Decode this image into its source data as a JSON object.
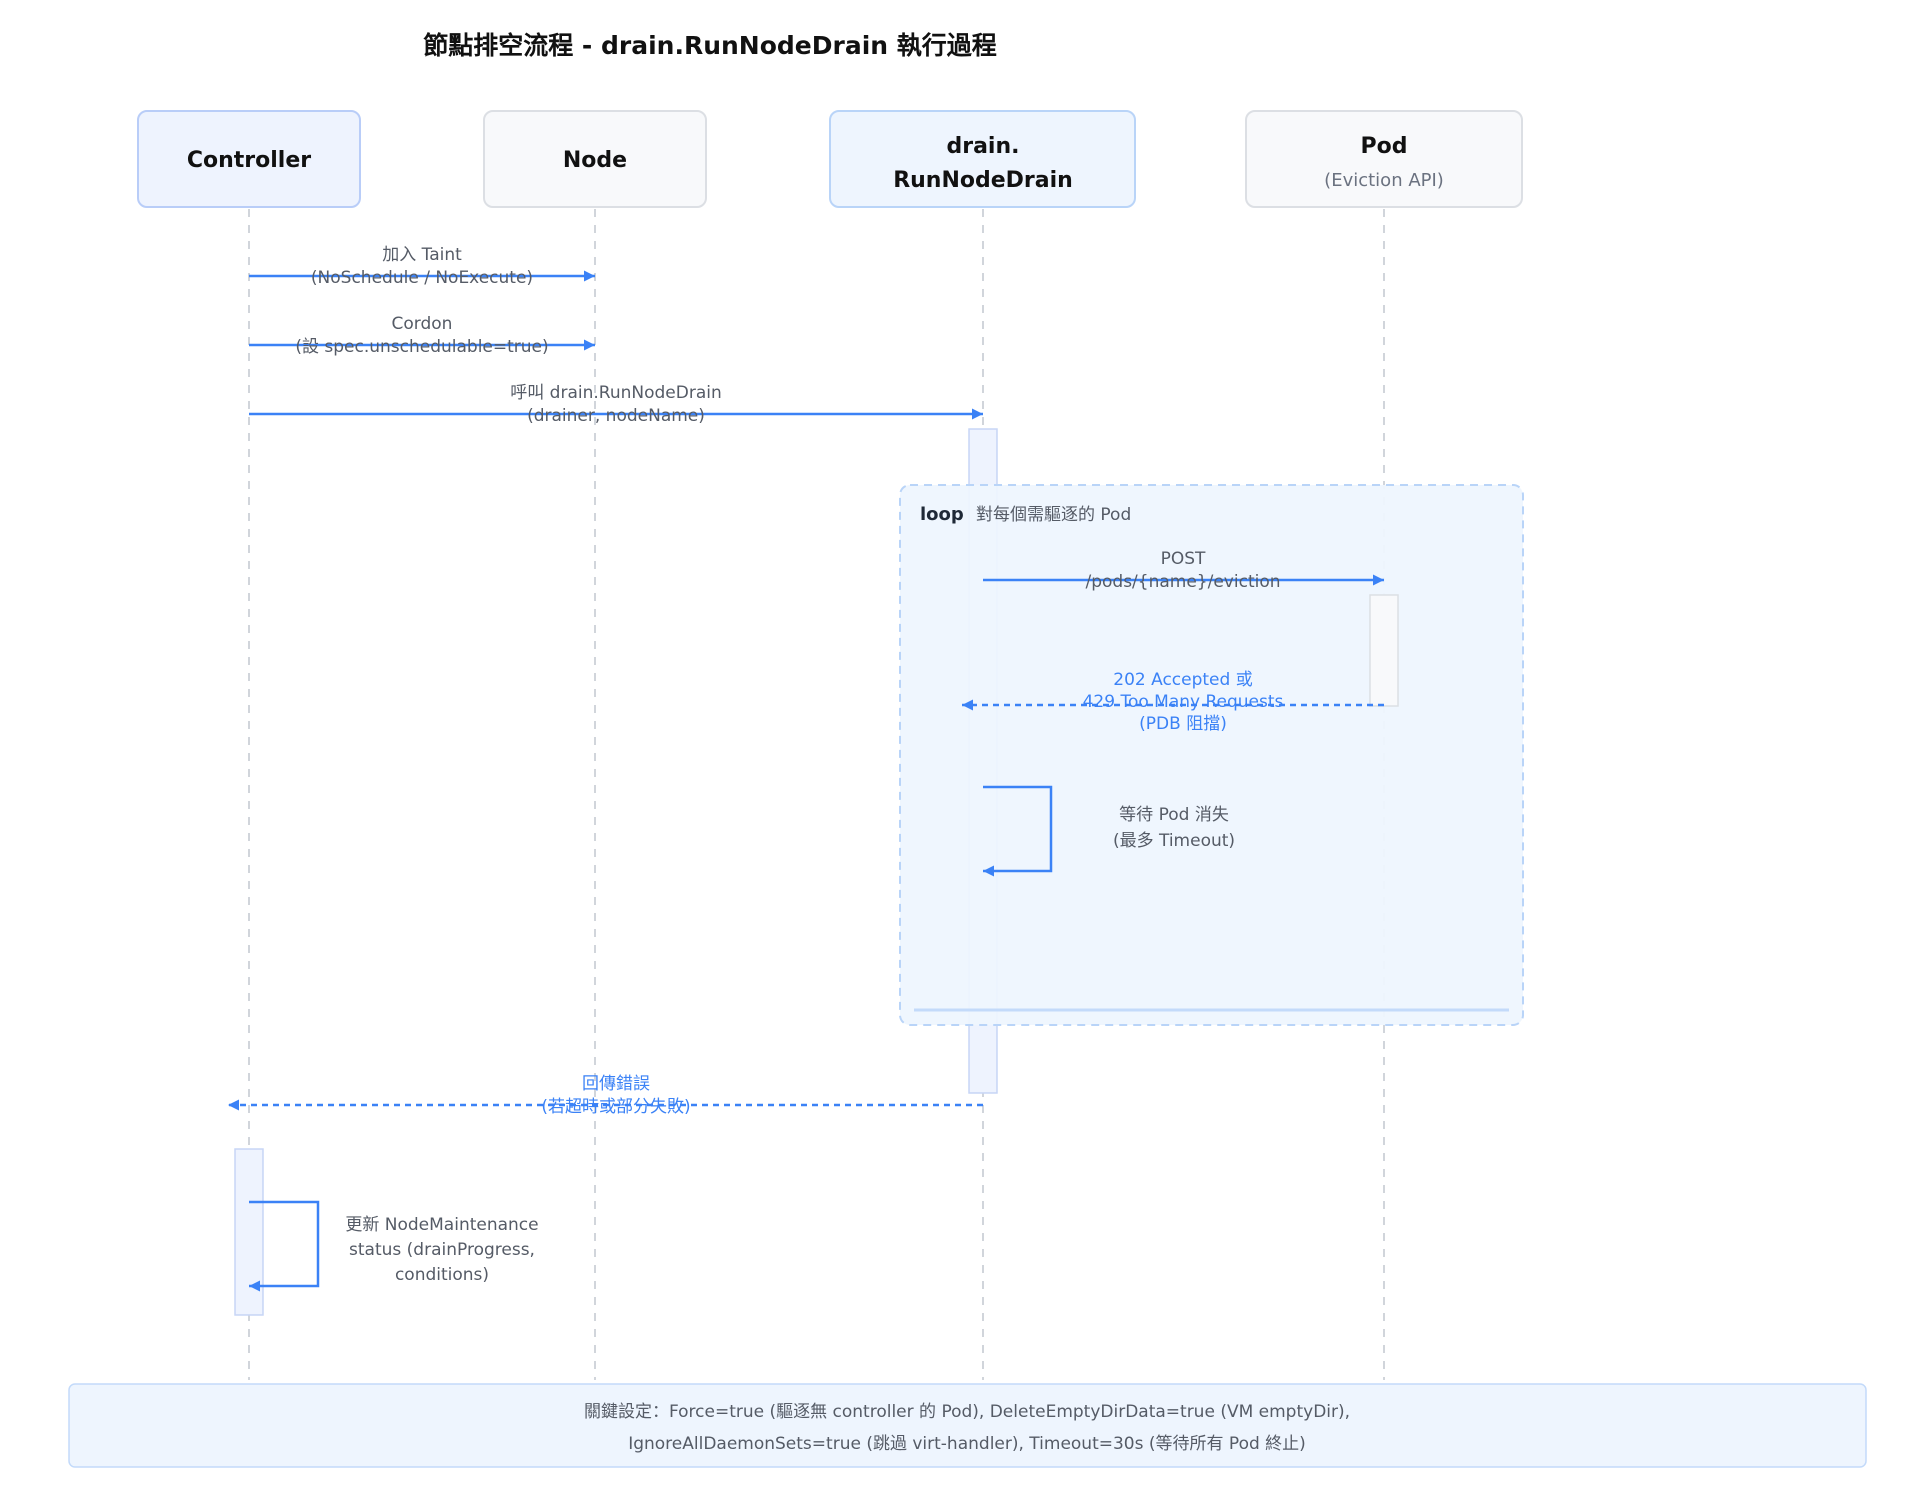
{
  "title": "節點排空流程 - drain.RunNodeDrain 執行過程",
  "actors": [
    {
      "id": "controller",
      "lines": [
        "Controller"
      ]
    },
    {
      "id": "node",
      "lines": [
        "Node"
      ]
    },
    {
      "id": "drain",
      "lines": [
        "drain.",
        "RunNodeDrain"
      ]
    },
    {
      "id": "pod",
      "lines": [
        "Pod"
      ],
      "subtitle": "(Eviction API)"
    }
  ],
  "messages": [
    {
      "id": "add-taint",
      "from": "controller",
      "to": "node",
      "style": "solid",
      "lines": [
        "加入 Taint",
        "(NoSchedule / NoExecute)"
      ]
    },
    {
      "id": "cordon",
      "from": "controller",
      "to": "node",
      "style": "solid",
      "lines": [
        "Cordon",
        "(設 spec.unschedulable=true)"
      ]
    },
    {
      "id": "call-drain",
      "from": "controller",
      "to": "drain",
      "style": "solid",
      "lines": [
        "呼叫 drain.RunNodeDrain",
        "(drainer, nodeName)"
      ]
    },
    {
      "id": "post-eviction",
      "from": "drain",
      "to": "pod",
      "style": "solid",
      "lines": [
        "POST",
        "/pods/{name}/eviction"
      ]
    },
    {
      "id": "eviction-response",
      "from": "pod",
      "to": "drain",
      "style": "dashed",
      "lines": [
        "202 Accepted 或",
        "429 Too Many Requests",
        "(PDB 阻擋)"
      ]
    },
    {
      "id": "wait-pod",
      "from": "drain",
      "to": "drain",
      "style": "self",
      "lines": [
        "等待 Pod 消失",
        "(最多 Timeout)"
      ]
    },
    {
      "id": "return-error",
      "from": "drain",
      "to": "controller",
      "style": "dashed",
      "lines": [
        "回傳錯誤",
        "(若超時或部分失敗)"
      ]
    },
    {
      "id": "update-status",
      "from": "controller",
      "to": "controller",
      "style": "self",
      "lines": [
        "更新 NodeMaintenance",
        "status (drainProgress,",
        "conditions)"
      ]
    }
  ],
  "loop": {
    "tag": "loop",
    "condition": "對每個需驅逐的 Pod"
  },
  "note": {
    "lines": [
      "關鍵設定：Force=true (驅逐無 controller 的 Pod), DeleteEmptyDirData=true (VM emptyDir),",
      "IgnoreAllDaemonSets=true (跳過 virt-handler), Timeout=30s (等待所有 Pod 終止)"
    ]
  },
  "colors": {
    "arrow": "#3b82f6",
    "lifeline": "#d1d5db",
    "controller_box": "#eef3fe",
    "controller_border": "#b9cdf8",
    "node_box": "#f8f9fb",
    "node_border": "#dcdfe4",
    "drain_box": "#eef5fe",
    "drain_border": "#b9d4f8",
    "pod_box": "#f8f9fb",
    "pod_border": "#dcdfe4",
    "loop_fill": "#eef5fe",
    "loop_border": "#b9d4f8",
    "note_fill": "#eef5fe",
    "note_border": "#c3dafa"
  }
}
